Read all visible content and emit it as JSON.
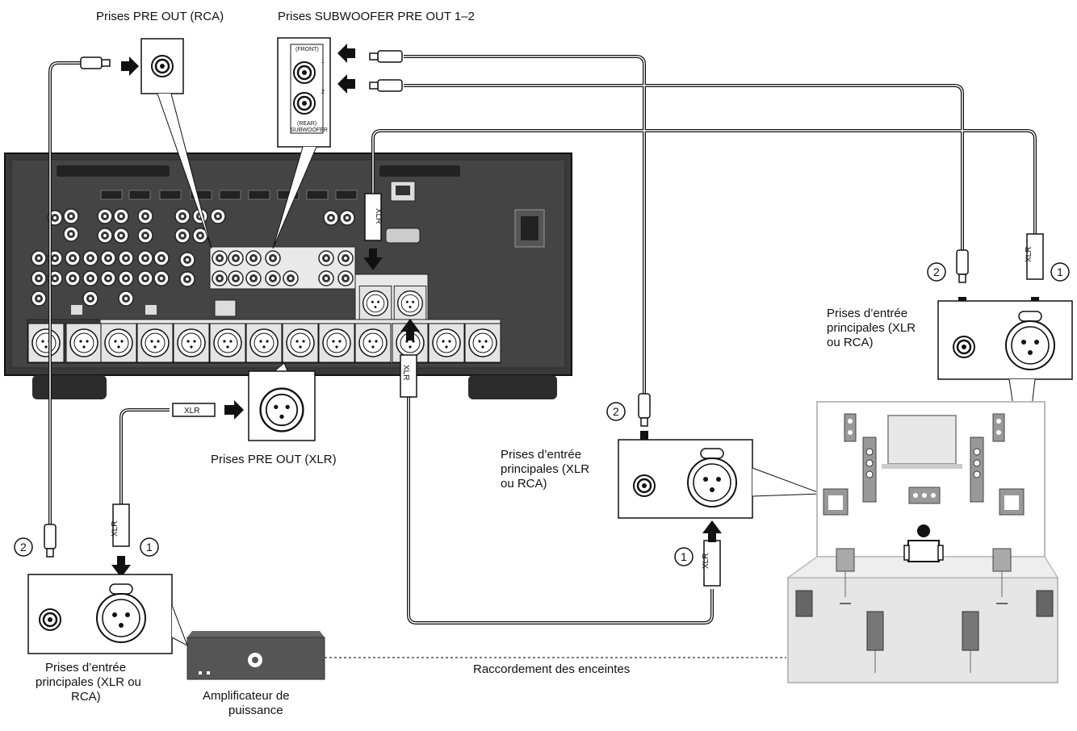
{
  "labels": {
    "pre_out_rca": "Prises PRE OUT (RCA)",
    "sub_pre_out": "Prises SUBWOOFER PRE OUT 1–2",
    "pre_out_xlr": "Prises PRE OUT (XLR)",
    "main_in_right_1": "Prises d’entrée",
    "main_in_right_2": "principales (XLR",
    "main_in_right_3": "ou RCA)",
    "main_in_mid_1": "Prises d’entrée",
    "main_in_mid_2": "principales (XLR",
    "main_in_mid_3": "ou RCA)",
    "main_in_left_1": "Prises d’entrée",
    "main_in_left_2": "principales (XLR ou",
    "main_in_left_3": "RCA)",
    "amp_1": "Amplificateur de",
    "amp_2": "puissance",
    "speaker_connection": "Raccordement des enceintes"
  },
  "plug_labels": {
    "xlr": "XLR",
    "front": "(FRONT)",
    "rear": "(REAR)",
    "subwoofer": "SUBWOOFER",
    "one": "1",
    "two": "2"
  },
  "markers": {
    "one": "1",
    "two": "2"
  },
  "colors": {
    "receiver_body": "#3a3a3a",
    "receiver_dark": "#222222",
    "panel_light": "#e9e9e9",
    "room": "#e6e6e6",
    "cable": "#111111"
  }
}
